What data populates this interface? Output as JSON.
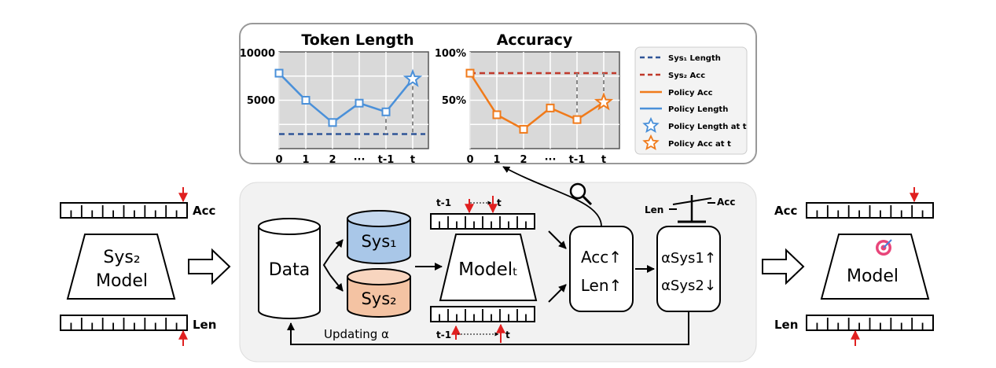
{
  "charts": {
    "token_length": {
      "title": "Token Length",
      "y_ticks": [
        "10000",
        "5000"
      ],
      "x_ticks": [
        "0",
        "1",
        "2",
        "···",
        "t-1",
        "t"
      ]
    },
    "accuracy": {
      "title": "Accuracy",
      "y_ticks": [
        "100%",
        "50%"
      ],
      "x_ticks": [
        "0",
        "1",
        "2",
        "···",
        "t-1",
        "t"
      ]
    },
    "legend": {
      "sys1_length": "Sys₁ Length",
      "sys2_acc": "Sys₂ Acc",
      "policy_acc": "Policy Acc",
      "policy_length": "Policy Length",
      "policy_length_at_t": "Policy Length at t",
      "policy_acc_at_t": "Policy Acc at t"
    }
  },
  "chart_data": [
    {
      "type": "line",
      "title": "Token Length",
      "x": [
        "0",
        "1",
        "2",
        "···",
        "t-1",
        "t"
      ],
      "series": [
        {
          "name": "Policy Length",
          "values": [
            7800,
            5000,
            2700,
            4700,
            3800,
            7200
          ]
        },
        {
          "name": "Sys₁ Length",
          "values": [
            1500,
            1500,
            1500,
            1500,
            1500,
            1500
          ]
        }
      ],
      "ylim": [
        0,
        10000
      ]
    },
    {
      "type": "line",
      "title": "Accuracy",
      "x": [
        "0",
        "1",
        "2",
        "···",
        "t-1",
        "t"
      ],
      "series": [
        {
          "name": "Policy Acc",
          "values": [
            0.78,
            0.35,
            0.2,
            0.42,
            0.3,
            0.48
          ]
        },
        {
          "name": "Sys₂ Acc",
          "values": [
            0.78,
            0.78,
            0.78,
            0.78,
            0.78,
            0.78
          ]
        }
      ],
      "ylim": [
        0,
        1
      ]
    }
  ],
  "left": {
    "acc_label": "Acc",
    "len_label": "Len",
    "model_line1": "Sys₂",
    "model_line2": "Model"
  },
  "center": {
    "data_label": "Data",
    "sys1_label": "Sys₁",
    "sys2_label": "Sys₂",
    "model_t_label": "Modelₜ",
    "t_minus_1_top": "t-1",
    "t_top": "t",
    "t_minus_1_bottom": "t-1",
    "t_bottom": "t",
    "acc_len_line1": "Acc↑",
    "acc_len_line2": "Len↑",
    "alpha_line1": "αSys1↑",
    "alpha_line2": "αSys2↓",
    "scale_len": "Len",
    "scale_acc": "Acc",
    "updating_alpha": "Updating α"
  },
  "right": {
    "acc_label": "Acc",
    "len_label": "Len",
    "model_label": "Model"
  },
  "colors": {
    "blue": "#4a90d9",
    "dark_blue": "#2f5597",
    "orange": "#f07a1a",
    "red": "#c0392b",
    "sys1_fill": "#a9c7e8",
    "sys2_fill": "#f4c3a3",
    "panel_gray": "#f2f2f2",
    "plot_gray": "#d9d9d9"
  }
}
